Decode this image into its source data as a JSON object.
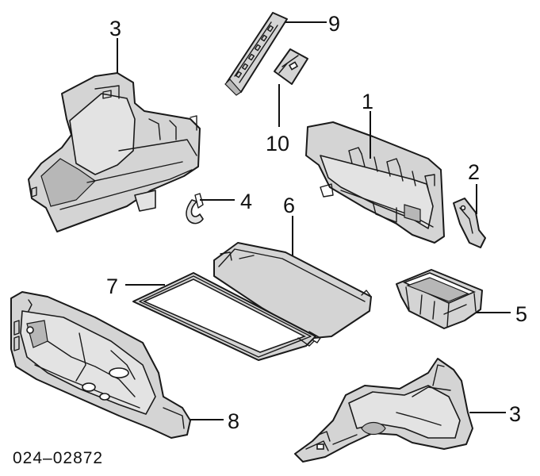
{
  "diagram": {
    "code": "024–02872",
    "callouts": {
      "trunk_trim_left": "3",
      "trunk_trim_right": "3",
      "bracket": "9",
      "clip_plate": "10",
      "side_panel": "1",
      "small_bracket": "2",
      "hook": "4",
      "floor_cover": "6",
      "mat": "7",
      "tray": "5",
      "partition": "8"
    },
    "icons": {
      "trunk_trim_left": "trunk-side-trim-icon",
      "trunk_trim_right": "trunk-side-trim-icon",
      "bracket": "mounting-bracket-icon",
      "clip_plate": "clip-plate-icon",
      "side_panel": "side-trim-panel-icon",
      "small_bracket": "small-bracket-icon",
      "hook": "hook-icon",
      "floor_cover": "floor-cover-icon",
      "mat": "floor-mat-icon",
      "tray": "storage-tray-icon",
      "partition": "rear-partition-icon"
    }
  }
}
